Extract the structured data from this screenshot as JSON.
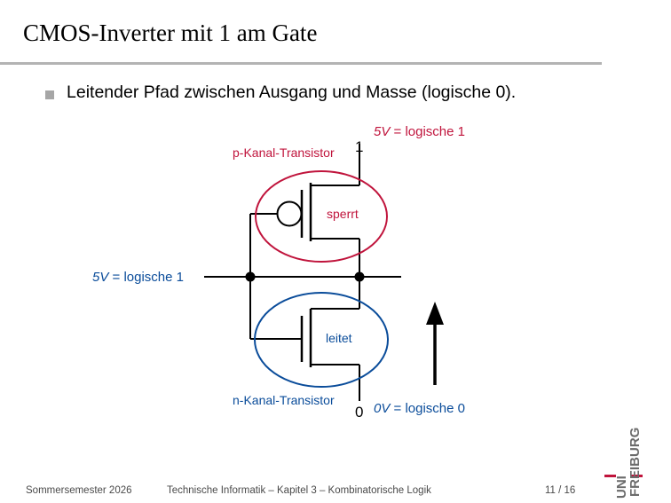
{
  "slide": {
    "title": "CMOS-Inverter mit 1 am Gate",
    "bullet": "Leitender Pfad zwischen Ausgang und Masse (logische 0)."
  },
  "diagram": {
    "vdd_digit": "1",
    "vdd_label": {
      "var": "5V",
      "rest": " = logische 1"
    },
    "input_label": {
      "var": "5V",
      "rest": " = logische 1"
    },
    "gnd_digit": "0",
    "gnd_label": {
      "var": "0V",
      "rest": " = logische 0"
    },
    "p_transistor_label": "p-Kanal-Transistor",
    "p_state": "sperrt",
    "n_transistor_label": "n-Kanal-Transistor",
    "n_state": "leitet",
    "colors": {
      "pmos": "#c0143c",
      "nmos": "#0a4c9a",
      "line": "#000000"
    }
  },
  "footer": {
    "semester": "Sommersemester 2026",
    "course": "Technische Informatik – Kapitel 3 – Kombinatorische Logik",
    "page": "11 / 16"
  },
  "logo": {
    "line1": "UNI",
    "line2": "FREIBURG"
  }
}
